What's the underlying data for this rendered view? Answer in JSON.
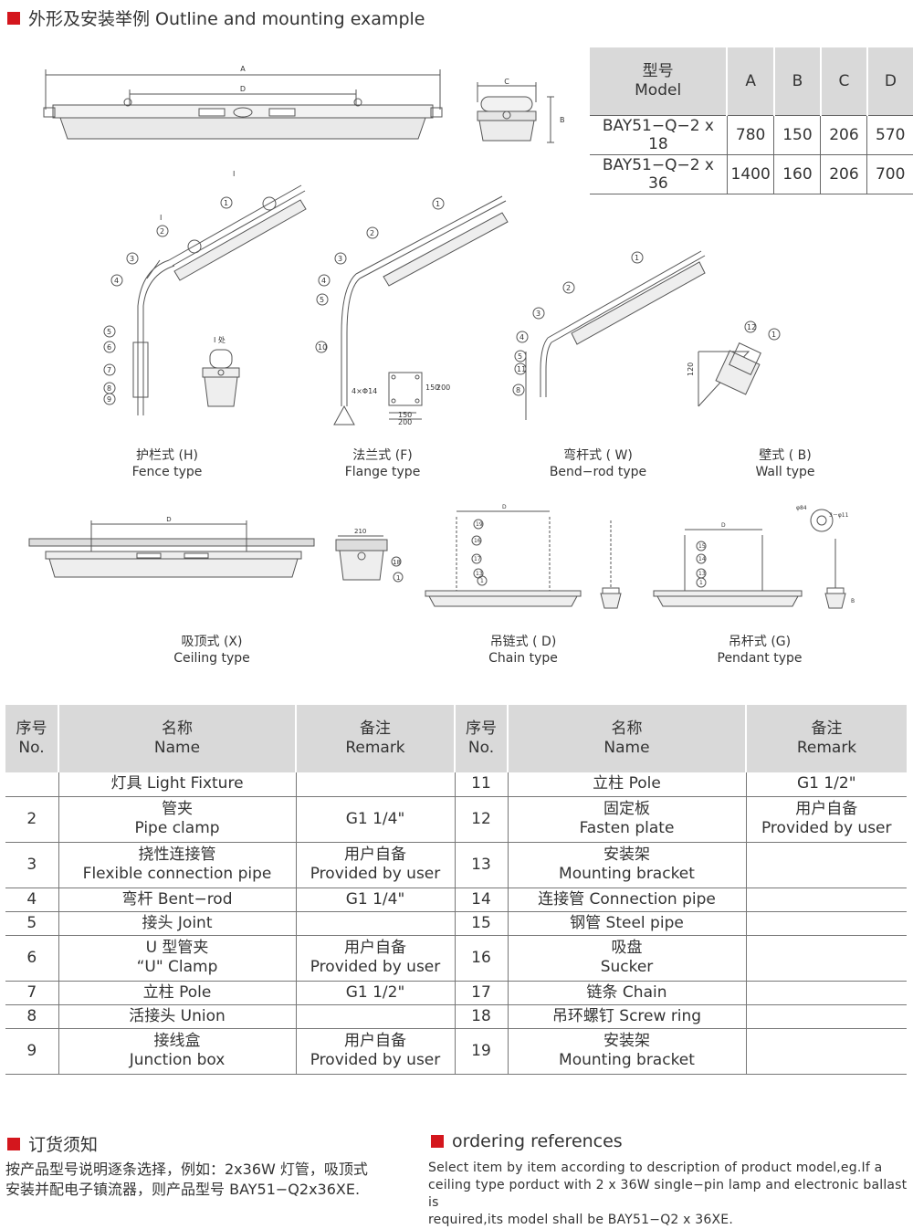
{
  "outline": {
    "title": "外形及安装举例 Outline and mounting example",
    "dim_labels": {
      "a": "A",
      "b": "B",
      "c": "C",
      "d": "D"
    }
  },
  "model_table": {
    "header": {
      "model_cn": "型号",
      "model_en": "Model",
      "a": "A",
      "b": "B",
      "c": "C",
      "d": "D"
    },
    "rows": [
      {
        "model": "BAY51−Q−2 x 18",
        "a": "780",
        "b": "150",
        "c": "206",
        "d": "570"
      },
      {
        "model": "BAY51−Q−2 x 36",
        "a": "1400",
        "b": "160",
        "c": "206",
        "d": "700"
      }
    ]
  },
  "drawing_labels": {
    "detail_i": "I 处",
    "callout_i": "I",
    "flange_holes": "4×Φ14",
    "flange_150": "150",
    "flange_200": "200",
    "flange_150h": "150",
    "flange_200h": "200",
    "wall_120": "120",
    "ceiling_210": "210",
    "pendant_84": "φ84",
    "pendant_holes": "3－φ11"
  },
  "mount_types": {
    "fence": {
      "cn": "护栏式 (H)",
      "en": "Fence type"
    },
    "flange": {
      "cn": "法兰式 (F)",
      "en": "Flange type"
    },
    "bendrod": {
      "cn": "弯杆式 ( W)",
      "en": "Bend−rod type"
    },
    "wall": {
      "cn": "壁式 ( B)",
      "en": "Wall type"
    },
    "ceiling": {
      "cn": "吸顶式 (X)",
      "en": "Ceiling type"
    },
    "chain": {
      "cn": "吊链式 ( D)",
      "en": "Chain type"
    },
    "pendant": {
      "cn": "吊杆式 (G)",
      "en": "Pendant type"
    }
  },
  "parts_table": {
    "header": {
      "no_cn": "序号",
      "no_en": "No.",
      "name_cn": "名称",
      "name_en": "Name",
      "remark_cn": "备注",
      "remark_en": "Remark"
    },
    "rows": [
      {
        "no1": "",
        "name1": "灯具 Light Fixture",
        "remark1": "",
        "no2": "11",
        "name2": "立柱 Pole",
        "remark2": "G1 1/2\""
      },
      {
        "no1": "2",
        "name1": "管夹\nPipe clamp",
        "remark1": "G1 1/4\"",
        "no2": "12",
        "name2": "固定板\nFasten plate",
        "remark2": "用户自备\nProvided by user"
      },
      {
        "no1": "3",
        "name1": "挠性连接管\nFlexible connection pipe",
        "remark1": "用户自备\nProvided by user",
        "no2": "13",
        "name2": "安装架\nMounting bracket",
        "remark2": ""
      },
      {
        "no1": "4",
        "name1": "弯杆 Bent−rod",
        "remark1": "G1 1/4\"",
        "no2": "14",
        "name2": "连接管 Connection pipe",
        "remark2": ""
      },
      {
        "no1": "5",
        "name1": "接头 Joint",
        "remark1": "",
        "no2": "15",
        "name2": "钢管 Steel pipe",
        "remark2": ""
      },
      {
        "no1": "6",
        "name1": "U 型管夹\n“U\" Clamp",
        "remark1": "用户自备\nProvided by user",
        "no2": "16",
        "name2": "吸盘\nSucker",
        "remark2": ""
      },
      {
        "no1": "7",
        "name1": "立柱 Pole",
        "remark1": "G1 1/2\"",
        "no2": "17",
        "name2": "链条 Chain",
        "remark2": ""
      },
      {
        "no1": "8",
        "name1": "活接头 Union",
        "remark1": "",
        "no2": "18",
        "name2": "吊环螺钉 Screw ring",
        "remark2": ""
      },
      {
        "no1": "9",
        "name1": "接线盒\nJunction box",
        "remark1": "用户自备\nProvided by user",
        "no2": "19",
        "name2": "安装架\nMounting bracket",
        "remark2": ""
      }
    ]
  },
  "ordering": {
    "title_cn": "订货须知",
    "title_en": "ordering references",
    "text_cn_1": "按产品型号说明逐条选择，例如：2x36W 灯管，吸顶式",
    "text_cn_2": "安装并配电子镇流器，则产品型号 BAY51−Q2x36XE.",
    "text_en_1": "Select item by item according to description of product model,eg.If a",
    "text_en_2": "ceiling type porduct with 2 x 36W single−pin lamp and electronic ballast is",
    "text_en_3": "required,its model shall be BAY51−Q2 x 36XE."
  },
  "colors": {
    "accent": "#d4161d",
    "header_bg": "#d9d9d9",
    "text": "#333333"
  }
}
